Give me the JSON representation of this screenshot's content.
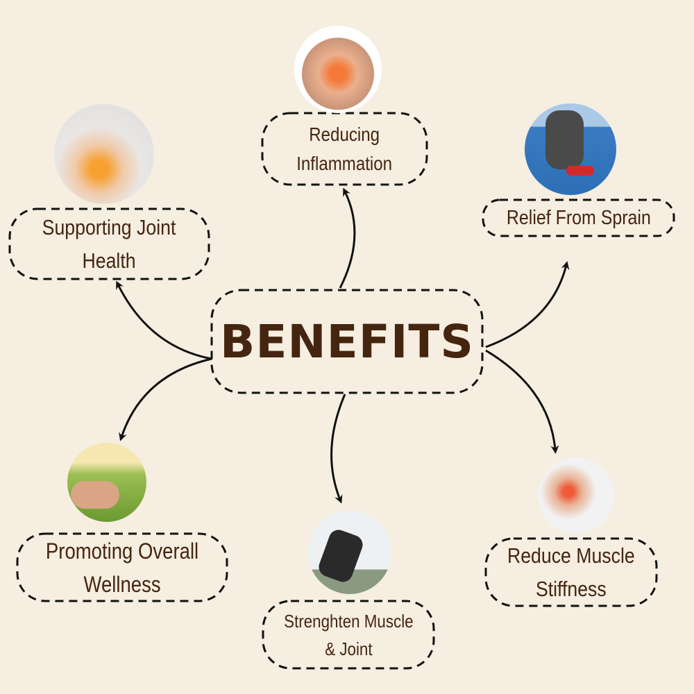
{
  "center": {
    "title": "BENEFITS"
  },
  "benefits": [
    {
      "label": "Reducing\nInflammation",
      "icon": "knee-inflammation-photo"
    },
    {
      "label": "Supporting Joint\nHealth",
      "icon": "elbow-pain-photo"
    },
    {
      "label": "Relief From Sprain",
      "icon": "ankle-sprain-photo"
    },
    {
      "label": "Promoting Overall\nWellness",
      "icon": "meditation-photo"
    },
    {
      "label": "Strenghten Muscle\n& Joint",
      "icon": "stretching-photo"
    },
    {
      "label": "Reduce Muscle\nStiffness",
      "icon": "neck-pain-photo"
    }
  ],
  "colors": {
    "background": "#f5eee1",
    "text": "#45250f",
    "stroke": "#111111",
    "highlight": "#f06a2a"
  }
}
